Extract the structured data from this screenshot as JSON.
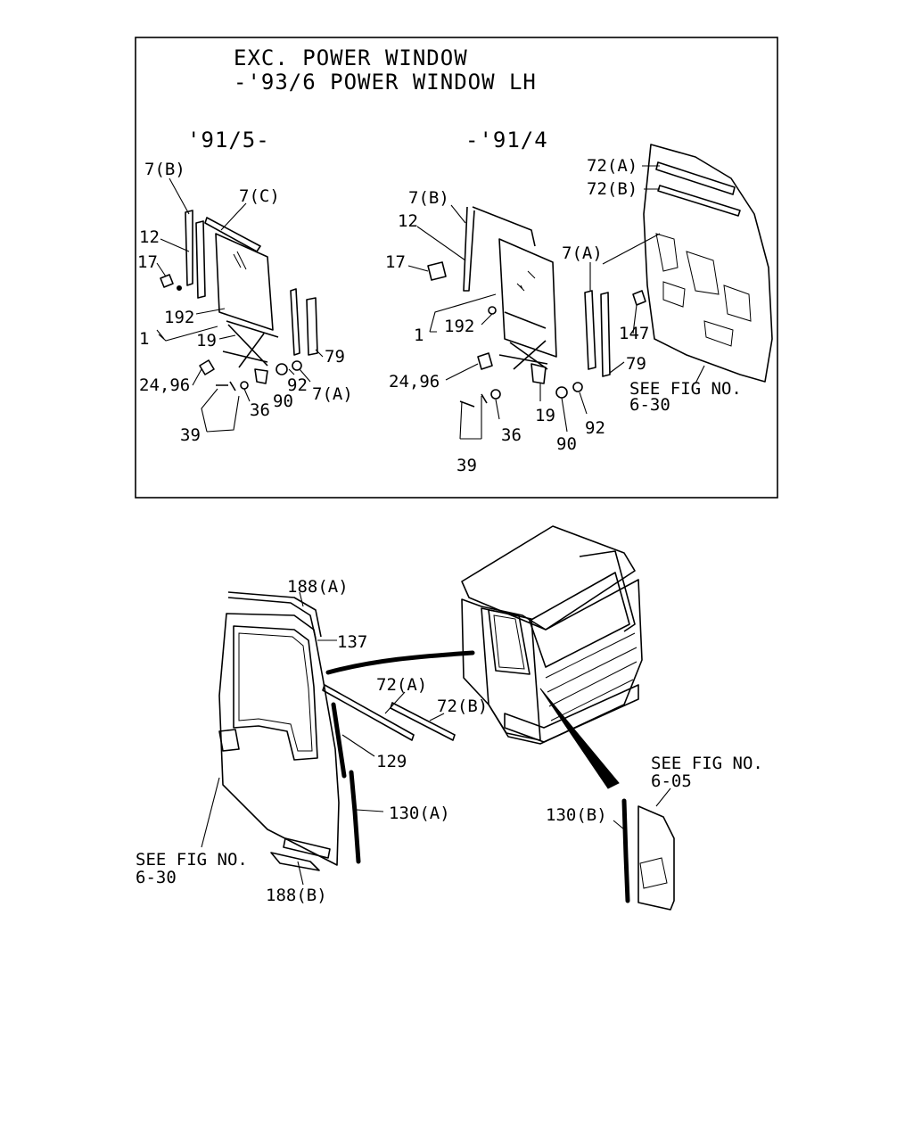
{
  "header": {
    "line1": "EXC. POWER WINDOW",
    "line2": "-'93/6 POWER WINDOW LH"
  },
  "variants": {
    "left": "'91/5-",
    "right": "-'91/4"
  },
  "labels": {
    "l_7b": "7(B)",
    "l_7c": "7(C)",
    "l_12": "12",
    "l_17": "17",
    "l_192": "192",
    "l_1": "1",
    "l_19": "19",
    "l_79": "79",
    "l_24_96": "24,96",
    "l_92": "92",
    "l_7a": "7(A)",
    "l_90": "90",
    "l_36": "36",
    "l_39": "39",
    "r_7b": "7(B)",
    "r_12": "12",
    "r_17": "17",
    "r_192": "192",
    "r_1": "1",
    "r_24_96": "24,96",
    "r_19": "19",
    "r_36": "36",
    "r_39": "39",
    "r_90": "90",
    "r_92": "92",
    "r_79": "79",
    "r_7a": "7(A)",
    "r_147": "147",
    "r_72a": "72(A)",
    "r_72b": "72(B)",
    "r_see": "SEE FIG NO.",
    "r_see_no": "6-30",
    "b_188a": "188(A)",
    "b_137": "137",
    "b_72a": "72(A)",
    "b_72b": "72(B)",
    "b_129": "129",
    "b_130a": "130(A)",
    "b_see": "SEE FIG NO.",
    "b_see_no": "6-30",
    "b_188b": "188(B)",
    "c_see": "SEE FIG NO.",
    "c_see_no": "6-05",
    "c_130b": "130(B)"
  }
}
